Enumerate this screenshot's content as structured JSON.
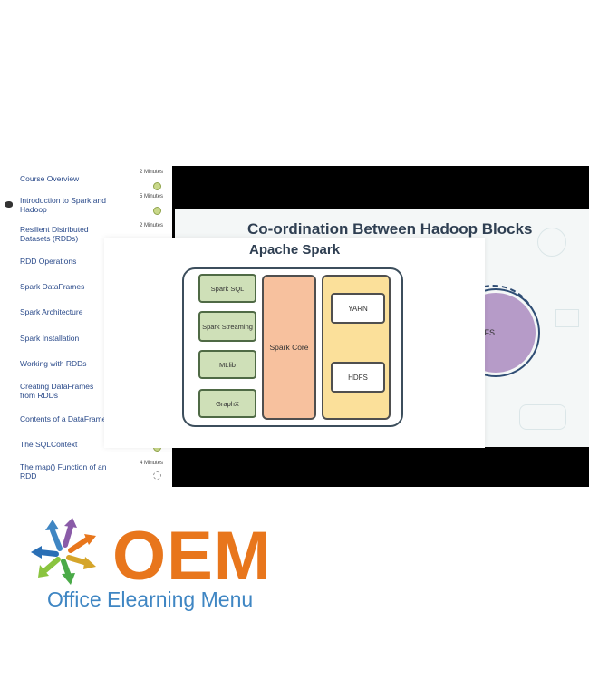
{
  "sidebar": {
    "items": [
      {
        "label": "Course Overview",
        "duration": "2 Minutes",
        "status": "complete"
      },
      {
        "label": "Introduction to Spark and Hadoop",
        "duration": "5 Minutes",
        "status": "complete",
        "current": true
      },
      {
        "label": "Resilient Distributed Datasets (RDDs)",
        "duration": "2 Minutes",
        "status": "complete"
      },
      {
        "label": "RDD Operations",
        "duration": "",
        "status": "hidden"
      },
      {
        "label": "Spark DataFrames",
        "duration": "",
        "status": "hidden"
      },
      {
        "label": "Spark Architecture",
        "duration": "",
        "status": "hidden"
      },
      {
        "label": "Spark Installation",
        "duration": "",
        "status": "hidden"
      },
      {
        "label": "Working with RDDs",
        "duration": "",
        "status": "hidden"
      },
      {
        "label": "Creating DataFrames from RDDs",
        "duration": "",
        "status": "hidden"
      },
      {
        "label": "Contents of a DataFrame",
        "duration": "",
        "status": "hidden"
      },
      {
        "label": "The SQLContext",
        "duration": "",
        "status": "complete"
      },
      {
        "label": "The map() Function of an RDD",
        "duration": "4 Minutes",
        "status": "pending"
      }
    ]
  },
  "video": {
    "outer_slide_title": "Co-ordination Between Hadoop Blocks",
    "circle_label": "DFS",
    "inset": {
      "title": "Apache Spark",
      "libraries": [
        "Spark SQL",
        "Spark Streaming",
        "MLlib",
        "GraphX"
      ],
      "core": "Spark Core",
      "resource_layer": [
        "YARN",
        "HDFS"
      ]
    }
  },
  "brand": {
    "name": "OEM",
    "tagline": "Office Elearning Menu",
    "colors": {
      "orange": "#e8761c",
      "blue": "#3f86c3"
    }
  }
}
